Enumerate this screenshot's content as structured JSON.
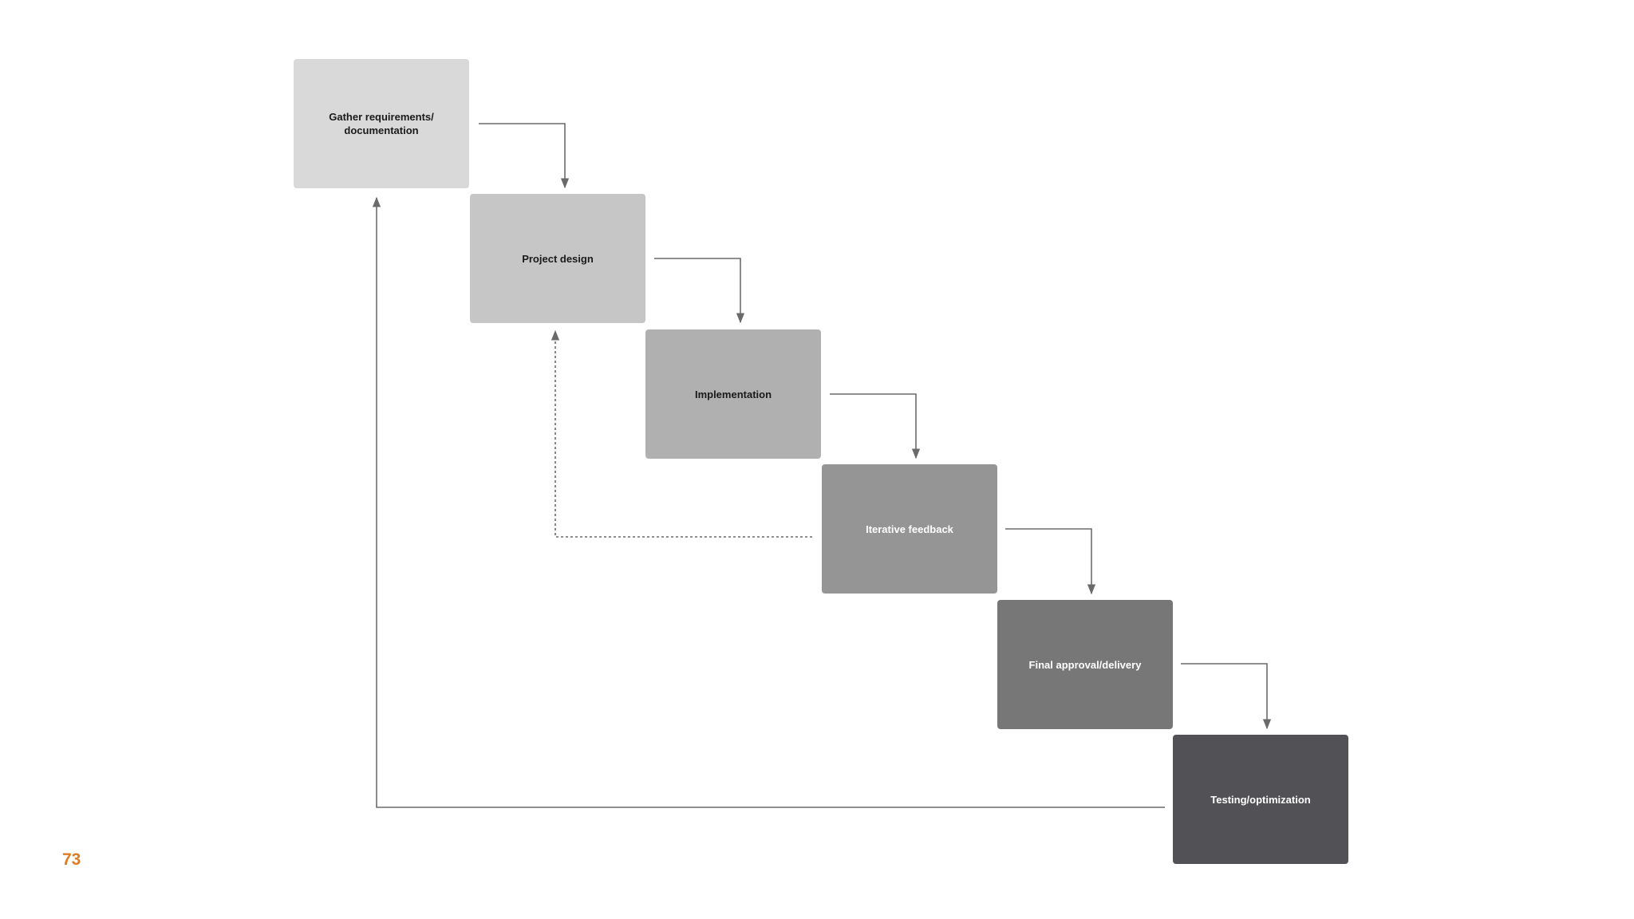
{
  "diagram": {
    "steps": [
      {
        "id": "gather",
        "label": "Gather requirements/\ndocumentation",
        "fill": "#d9d9d9",
        "text_color": "#1a1a1a"
      },
      {
        "id": "design",
        "label": "Project design",
        "fill": "#c6c6c6",
        "text_color": "#1a1a1a"
      },
      {
        "id": "implementation",
        "label": "Implementation",
        "fill": "#b0b0b0",
        "text_color": "#1a1a1a"
      },
      {
        "id": "feedback",
        "label": "Iterative feedback",
        "fill": "#959595",
        "text_color": "#ffffff"
      },
      {
        "id": "approval",
        "label": "Final approval/delivery",
        "fill": "#777777",
        "text_color": "#ffffff"
      },
      {
        "id": "testing",
        "label": "Testing/optimization",
        "fill": "#525256",
        "text_color": "#ffffff"
      }
    ],
    "connector_color": "#6a6a6a"
  },
  "footer": {
    "page_number": "73",
    "accent_color": "#e07b22"
  }
}
